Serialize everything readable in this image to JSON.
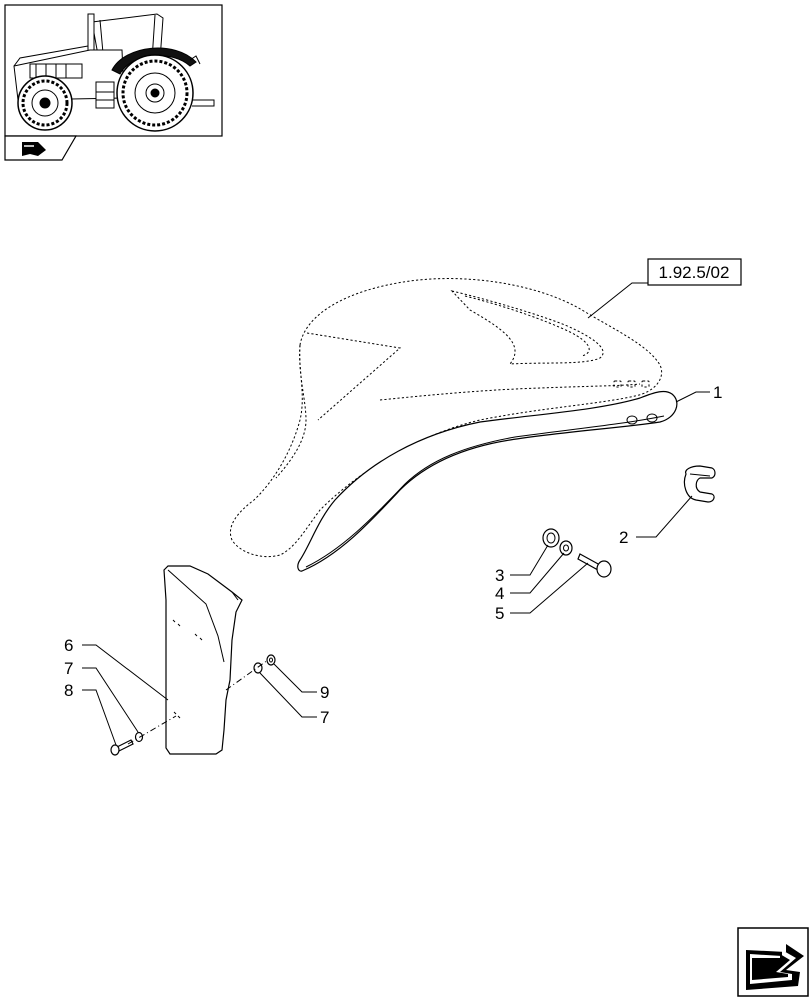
{
  "thumbnail": {
    "name": "tractor-overview-thumbnail",
    "highlight_color": "#000000"
  },
  "page_icons": {
    "thumbnail_tab_icon": "tractor-part-category-icon",
    "next_page_icon": "next-page-arrow-icon"
  },
  "reference": {
    "label": "1.92.5/02"
  },
  "callouts": [
    {
      "id": "1",
      "label": "1"
    },
    {
      "id": "2",
      "label": "2"
    },
    {
      "id": "3",
      "label": "3"
    },
    {
      "id": "4",
      "label": "4"
    },
    {
      "id": "5",
      "label": "5"
    },
    {
      "id": "6",
      "label": "6"
    },
    {
      "id": "7a",
      "label": "7"
    },
    {
      "id": "8",
      "label": "8"
    },
    {
      "id": "9",
      "label": "9"
    },
    {
      "id": "7b",
      "label": "7"
    }
  ]
}
